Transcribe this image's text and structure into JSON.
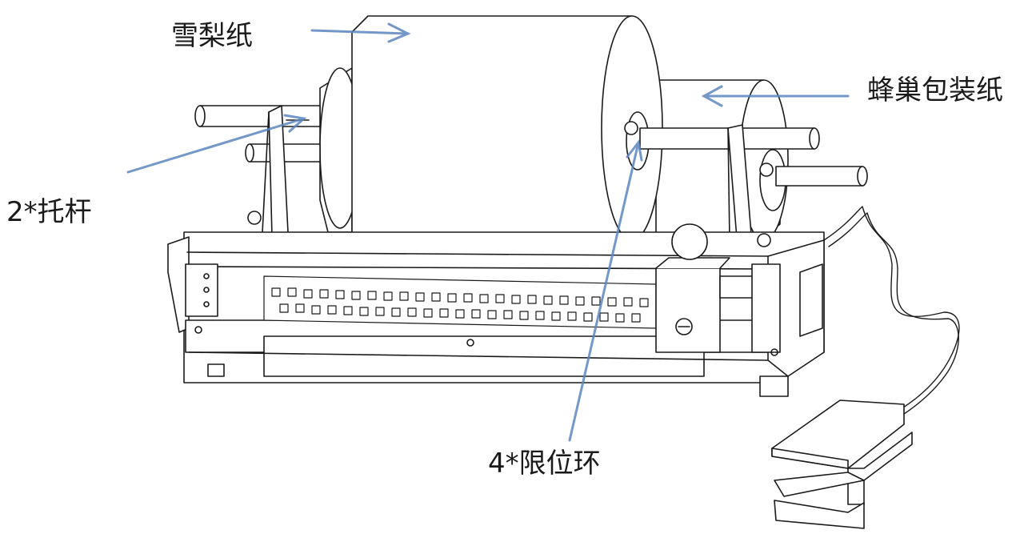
{
  "labels": {
    "deli_paper": "雪梨纸",
    "honeycomb_paper": "蜂巢包装纸",
    "support_rods": "2*托杆",
    "limit_rings": "4*限位环"
  },
  "colors": {
    "line": "#1a1a1a",
    "arrow": "#5b86c0",
    "background": "#ffffff"
  }
}
